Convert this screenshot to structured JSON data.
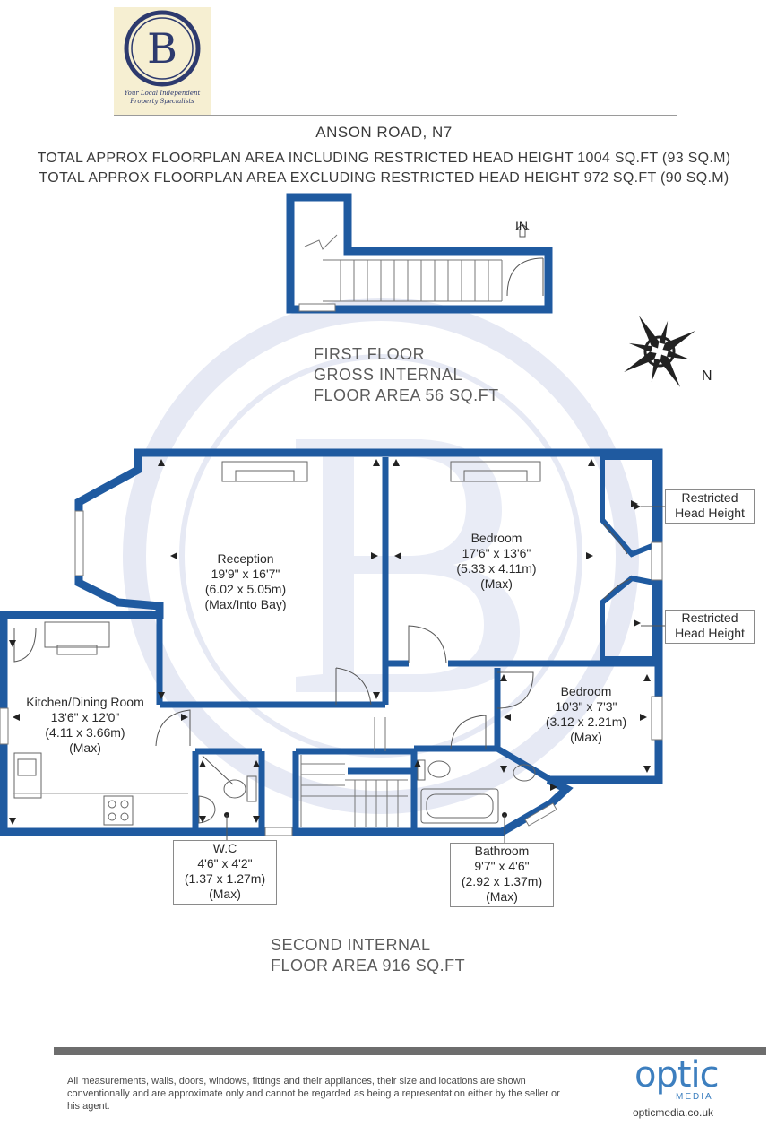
{
  "header": {
    "logo_letter": "B",
    "logo_tagline_1": "Your Local Independent",
    "logo_tagline_2": "Property Specialists",
    "address": "ANSON ROAD, N7",
    "area_including": "TOTAL APPROX FLOORPLAN AREA INCLUDING RESTRICTED HEAD HEIGHT 1004 SQ.FT (93 SQ.M)",
    "area_excluding": "TOTAL APPROX FLOORPLAN AREA EXCLUDING RESTRICTED HEAD HEIGHT 972 SQ.FT (90 SQ.M)"
  },
  "first_floor": {
    "line1": "FIRST FLOOR",
    "line2": "GROSS INTERNAL",
    "line3": "FLOOR AREA 56 SQ.FT",
    "entrance": "IN"
  },
  "compass": {
    "north": "N"
  },
  "rooms": {
    "reception": {
      "name": "Reception",
      "imperial": "19'9\" x 16'7\"",
      "metric": "(6.02 x 5.05m)",
      "note": "(Max/Into Bay)"
    },
    "bedroom1": {
      "name": "Bedroom",
      "imperial": "17'6\" x 13'6\"",
      "metric": "(5.33 x 4.11m)",
      "note": "(Max)"
    },
    "bedroom2": {
      "name": "Bedroom",
      "imperial": "10'3\" x 7'3\"",
      "metric": "(3.12 x 2.21m)",
      "note": "(Max)"
    },
    "kitchen": {
      "name": "Kitchen/Dining Room",
      "imperial": "13'6\" x 12'0\"",
      "metric": "(4.11 x 3.66m)",
      "note": "(Max)"
    },
    "wc": {
      "name": "W.C",
      "imperial": "4'6\" x 4'2\"",
      "metric": "(1.37 x 1.27m)",
      "note": "(Max)"
    },
    "bathroom": {
      "name": "Bathroom",
      "imperial": "9'7\" x 4'6\"",
      "metric": "(2.92 x 1.37m)",
      "note": "(Max)"
    },
    "restricted1": {
      "line1": "Restricted",
      "line2": "Head Height"
    },
    "restricted2": {
      "line1": "Restricted",
      "line2": "Head Height"
    }
  },
  "second_floor": {
    "line1": "SECOND INTERNAL",
    "line2": "FLOOR AREA 916 SQ.FT"
  },
  "footer": {
    "disclaimer": "All measurements, walls, doors, windows, fittings and their appliances, their size and locations are shown conventionally and are approximate only and cannot be regarded as being a representation either by the seller or his agent.",
    "brand": "optic",
    "brand_sub": "MEDIA",
    "url": "opticmedia.co.uk"
  },
  "colors": {
    "wall": "#1f5aa0",
    "watermark": "#d6dcef",
    "logo_navy": "#2d3a6e",
    "brand_blue": "#3d7fbf"
  }
}
